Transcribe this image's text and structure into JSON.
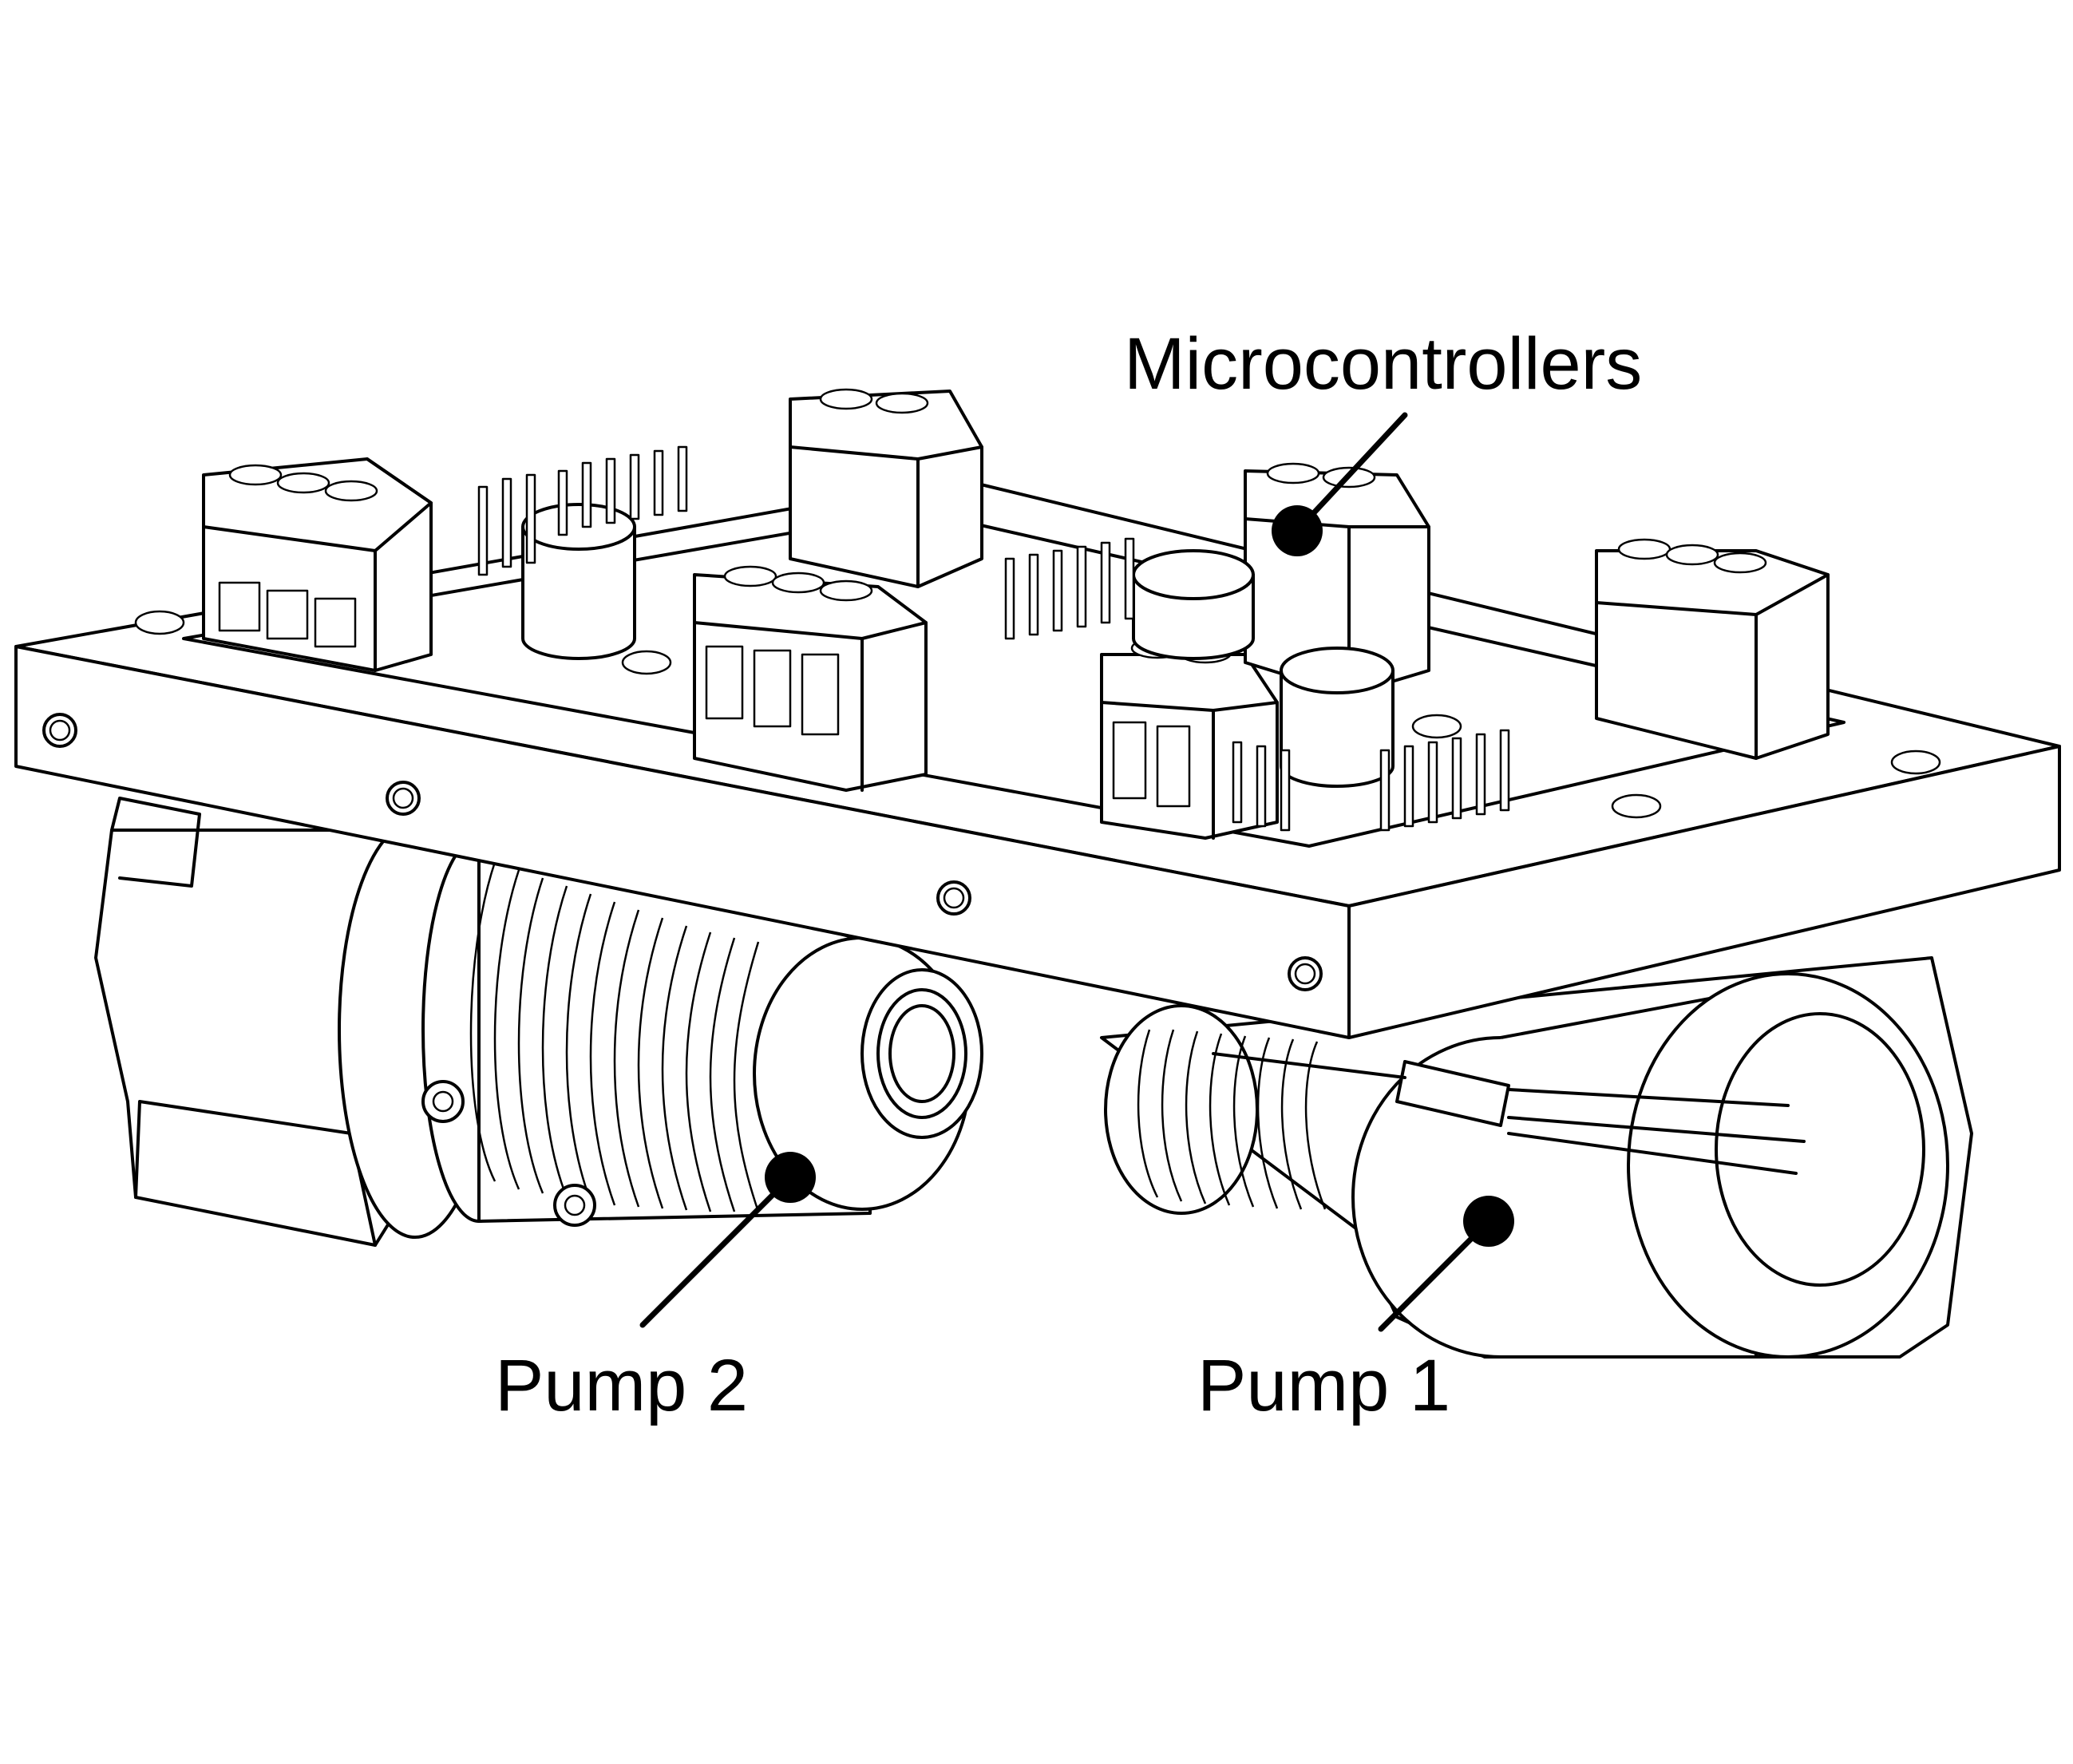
{
  "labels": {
    "microcontrollers": "Microcontrollers",
    "pump2": "Pump 2",
    "pump1": "Pump 1"
  },
  "colors": {
    "line": "#000000",
    "background": "#ffffff"
  }
}
